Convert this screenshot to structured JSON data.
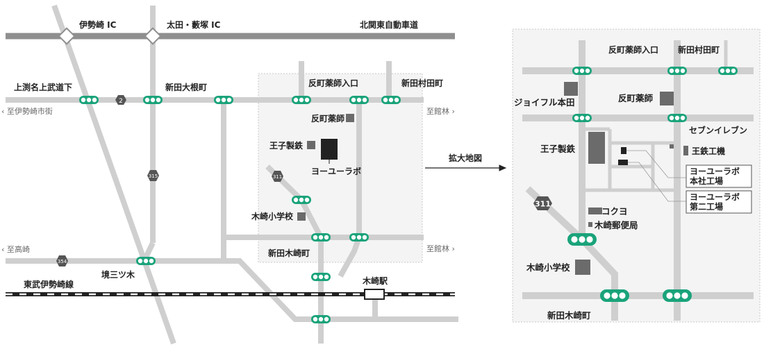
{
  "colors": {
    "road": "#cfcfcf",
    "highway": "#8f8f8f",
    "signal": "#1aa37a",
    "building_dark": "#222222",
    "building_gray": "#6b6b6b",
    "panel_bg": "#f4f4f4"
  },
  "labels": {
    "ic_isesaki": "伊勢崎 IC",
    "ic_ota": "太田・藪塚 IC",
    "expressway": "北関東自動車道",
    "kamifuchina": "上渕名上武道下",
    "shindenoone": "新田大根町",
    "sorimachi_iriguchi": "反町薬師入口",
    "shinden_murata": "新田村田町",
    "to_isesaki": "至伊勢崎市街",
    "to_tatebayashi_top": "至館林",
    "sorimachi": "反町薬師",
    "oji": "王子製鉄",
    "yoyulab": "ヨーユーラボ",
    "kizaki_school": "木崎小学校",
    "shinden_kizaki": "新田木崎町",
    "to_takasaki": "至高崎",
    "to_tatebayashi_bottom": "至館林",
    "sakaimitsugi": "境三ツ木",
    "tobu_line": "東武伊勢崎線",
    "kizaki_station": "木崎駅",
    "expand": "拡大地図",
    "route_2": "2",
    "route_315": "315",
    "route_311": "311",
    "route_354": "354"
  },
  "detail": {
    "sorimachi_iriguchi": "反町薬師入口",
    "shinden_murata": "新田村田町",
    "joyful": "ジョイフル本田",
    "sorimachi": "反町薬師",
    "seven": "セブンイレブン",
    "oji": "王子製鉄",
    "otetsu": "王鉄工機",
    "route_311": "311",
    "kokuyo": "コクヨ",
    "post": "木崎郵便局",
    "school": "木崎小学校",
    "shinden_kizaki": "新田木崎町",
    "hq_line1": "ヨーユーラボ",
    "hq_line2": "本社工場",
    "f2_line1": "ヨーユーラボ",
    "f2_line2": "第二工場"
  }
}
